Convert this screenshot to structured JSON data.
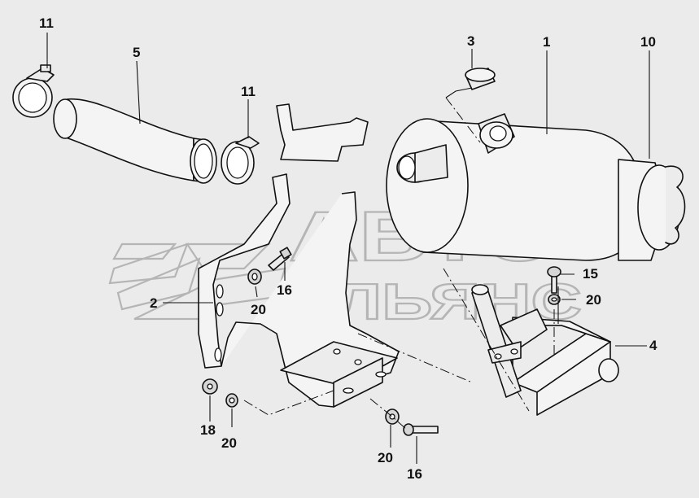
{
  "watermark": {
    "line1": "АВТО",
    "line2": "АЛЬЯНС"
  },
  "callouts": [
    {
      "id": "c11a",
      "label": "11"
    },
    {
      "id": "c5",
      "label": "5"
    },
    {
      "id": "c11b",
      "label": "11"
    },
    {
      "id": "c3",
      "label": "3"
    },
    {
      "id": "c1",
      "label": "1"
    },
    {
      "id": "c10",
      "label": "10"
    },
    {
      "id": "c2",
      "label": "2"
    },
    {
      "id": "c16a",
      "label": "16"
    },
    {
      "id": "c20a",
      "label": "20"
    },
    {
      "id": "c15",
      "label": "15"
    },
    {
      "id": "c20b",
      "label": "20"
    },
    {
      "id": "c4",
      "label": "4"
    },
    {
      "id": "c18",
      "label": "18"
    },
    {
      "id": "c20c",
      "label": "20"
    },
    {
      "id": "c20d",
      "label": "20"
    },
    {
      "id": "c16b",
      "label": "16"
    }
  ]
}
